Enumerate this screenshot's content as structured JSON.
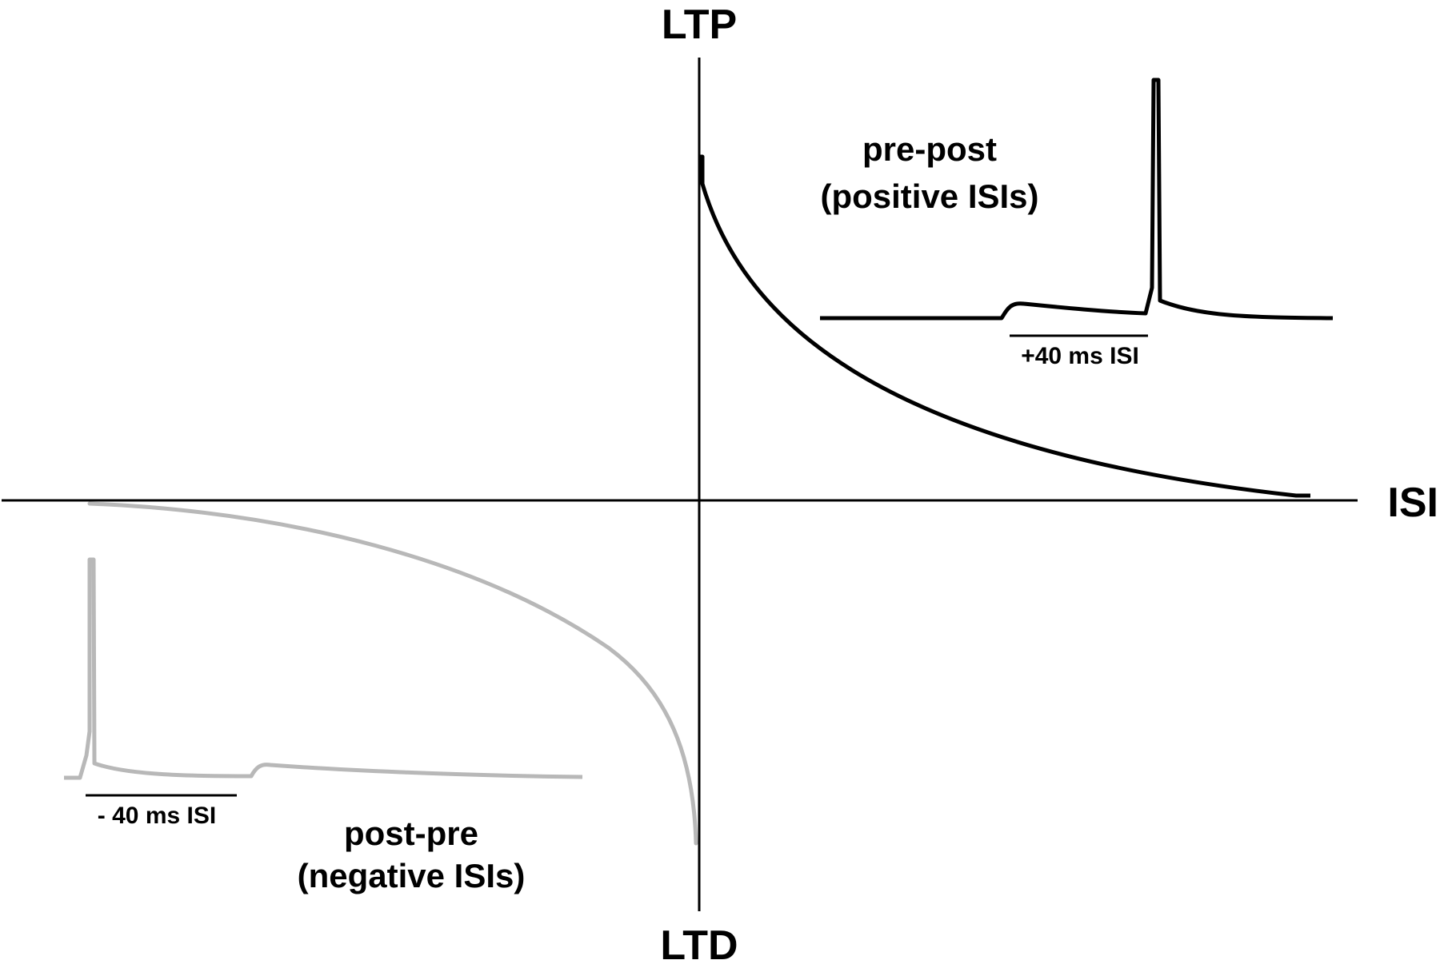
{
  "axes": {
    "y_top_label": "LTP",
    "y_bottom_label": "LTD",
    "x_label": "ISI"
  },
  "positive_region": {
    "label_line1": "pre-post",
    "label_line2": "(positive ISIs)",
    "scale_label": "+40 ms ISI"
  },
  "negative_region": {
    "label_line1": "post-pre",
    "label_line2": "(negative ISIs)",
    "scale_label": "- 40 ms ISI"
  },
  "colors": {
    "axis": "#000000",
    "ltp_curve": "#000000",
    "ltd_curve": "#b8b8b8",
    "text": "#000000"
  }
}
